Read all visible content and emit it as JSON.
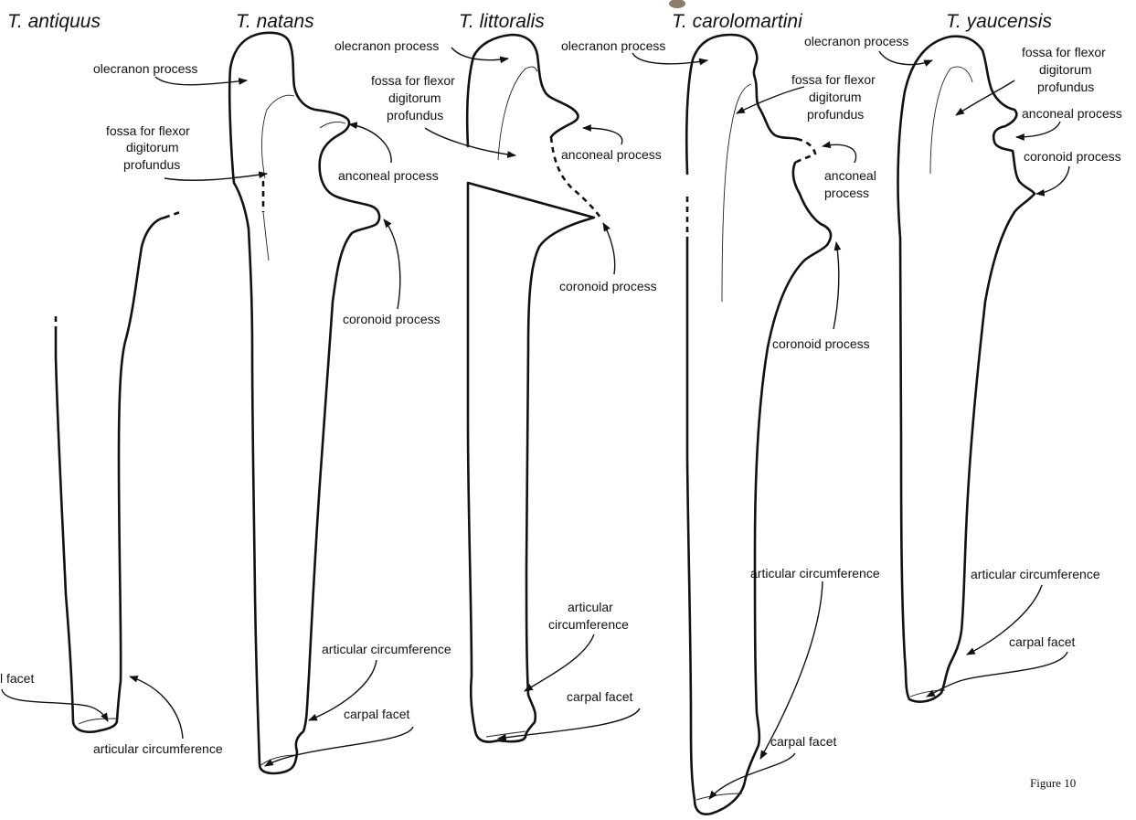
{
  "figure": {
    "caption": "Figure 10",
    "specimens": [
      {
        "title": "T. antiquus",
        "labels": [
          "l facet",
          "articular circumference"
        ]
      },
      {
        "title": "T. natans",
        "labels": [
          "olecranon process",
          "fossa for flexor",
          "digitorum",
          "profundus",
          "anconeal process",
          "coronoid process",
          "articular circumference",
          "carpal facet"
        ]
      },
      {
        "title": "T. littoralis",
        "labels": [
          "olecranon process",
          "fossa for flexor",
          "digitorum",
          "profundus",
          "anconeal process",
          "coronoid process",
          "articular",
          "circumference",
          "carpal facet"
        ]
      },
      {
        "title": "T. carolomartini",
        "labels": [
          "olecranon process",
          "fossa for flexor",
          "digitorum",
          "profundus",
          "anconeal",
          "process",
          "coronoid process",
          "articular circumference",
          "carpal facet"
        ]
      },
      {
        "title": "T. yaucensis",
        "labels": [
          "olecranon process",
          "fossa for flexor",
          "digitorum",
          "profundus",
          "anconeal process",
          "coronoid process",
          "articular circumference",
          "carpal facet"
        ]
      }
    ]
  }
}
